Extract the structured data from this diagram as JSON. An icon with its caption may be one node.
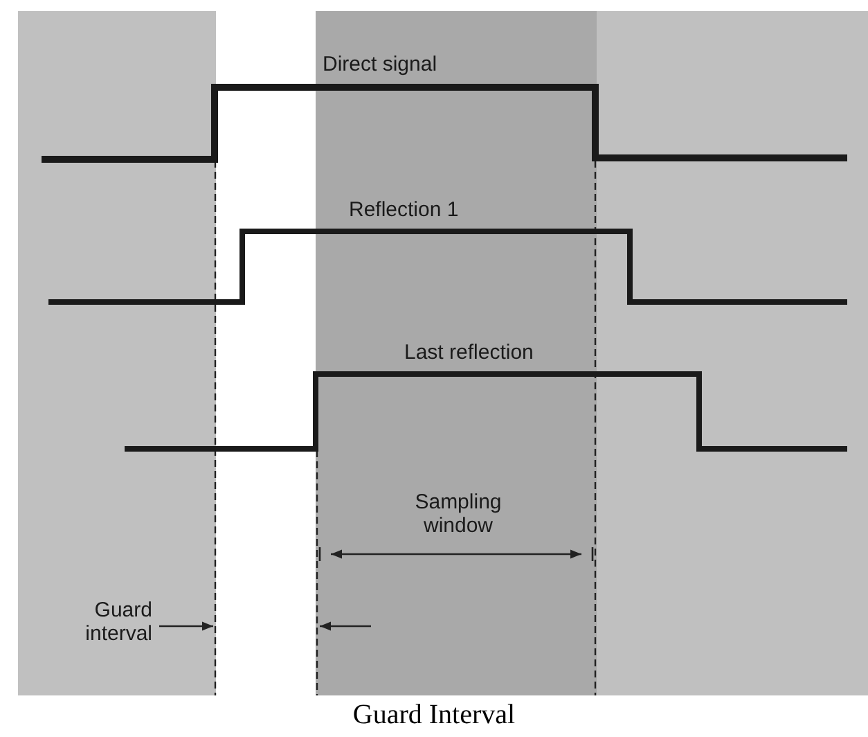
{
  "diagram": {
    "caption": "Guard Interval",
    "labels": [
      "Direct signal",
      "Reflection 1",
      "Last reflection",
      "Sampling window",
      "Guard interval"
    ]
  }
}
